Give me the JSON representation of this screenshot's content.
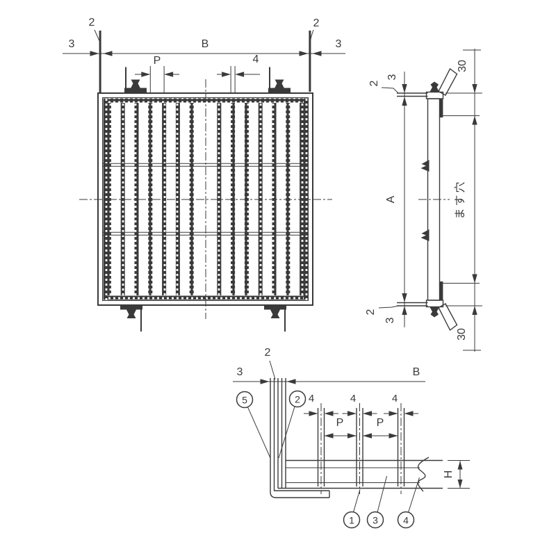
{
  "colors": {
    "ink": "#3a3a3a",
    "background": "#ffffff"
  },
  "plan_view": {
    "dim_2_left": "2",
    "dim_2_right": "2",
    "dim_3_left": "3",
    "dim_3_right": "3",
    "dim_b": "B",
    "dim_p": "P",
    "dim_4": "4"
  },
  "side_view": {
    "dim_2_top": "2",
    "dim_3_top": "3",
    "dim_30_top": "30",
    "dim_a": "A",
    "label_masu_ana": "ます穴",
    "dim_30_bottom": "30",
    "dim_2_bottom": "2",
    "dim_3_bottom": "3"
  },
  "section_view": {
    "dim_2": "2",
    "dim_3": "3",
    "dim_b": "B",
    "dim_4_a": "4",
    "dim_4_b": "4",
    "dim_4_c": "4",
    "dim_p_a": "P",
    "dim_p_b": "P",
    "dim_h": "H",
    "callout_1": "1",
    "callout_2": "2",
    "callout_3": "3",
    "callout_4": "4",
    "callout_5": "5"
  }
}
